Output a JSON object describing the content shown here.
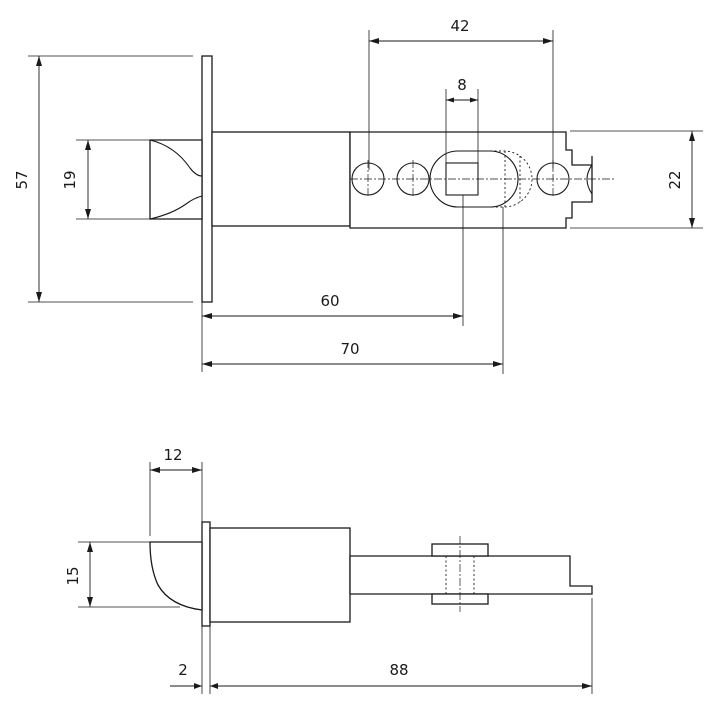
{
  "dimensions": {
    "top_width_42": "42",
    "top_width_8": "8",
    "top_height_57": "57",
    "top_height_19": "19",
    "top_height_22": "22",
    "top_length_60": "60",
    "top_length_70": "70",
    "side_width_12": "12",
    "side_height_15": "15",
    "side_thickness_2": "2",
    "side_length_88": "88"
  }
}
